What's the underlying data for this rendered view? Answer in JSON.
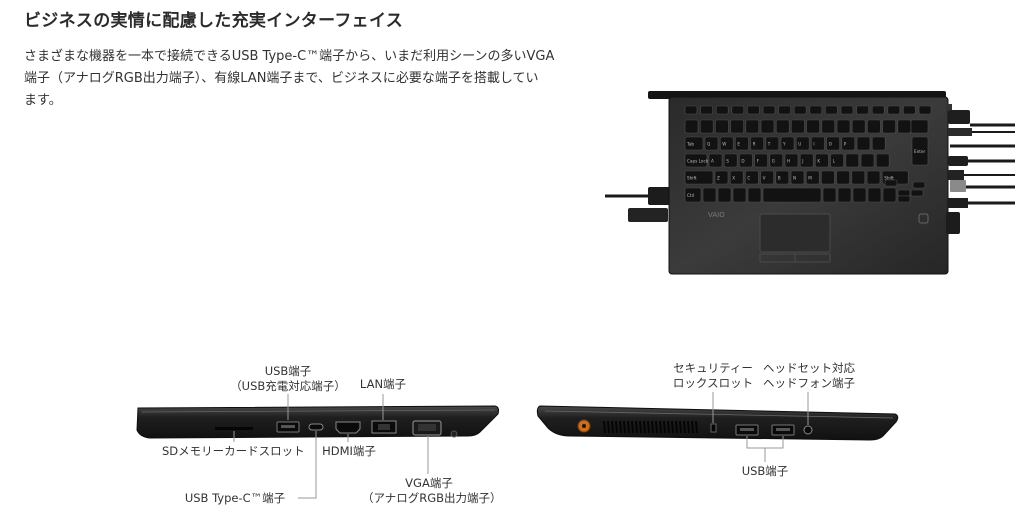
{
  "section": {
    "heading": "ビジネスの実情に配慮した充実インターフェイス",
    "description": [
      "さまざまな機器を一本で接続できるUSB Type-C™端子から、いまだ利用シーンの多いVGA",
      "端子（アナログRGB出力端子）、有線LAN端子まで、ビジネスに必要な端子を搭載してい",
      "ます。"
    ]
  },
  "laptop_top": {
    "brand_logo": "VAIO",
    "keys": {
      "row2": "Q W E R T Y U I O P",
      "row3": "A S D F G H J K L",
      "row4": "Z X C V B N M",
      "tab": "Tab",
      "caps": "Caps Lock",
      "shift": "Shift",
      "ctrl": "Ctrl",
      "enter": "Enter"
    }
  },
  "left_side": {
    "labels": {
      "usb_line1": "USB端子",
      "usb_line2": "（USB充電対応端子）",
      "lan": "LAN端子",
      "sd": "SDメモリーカードスロット",
      "hdmi": "HDMI端子",
      "usbc": "USB Type-C™端子",
      "vga_line1": "VGA端子",
      "vga_line2": "（アナログRGB出力端子）"
    }
  },
  "right_side": {
    "labels": {
      "security_line1": "セキュリティー",
      "security_line2": "ロックスロット",
      "headset_line1": "ヘッドセット対応",
      "headset_line2": "ヘッドフォン端子",
      "usb": "USB端子"
    }
  },
  "colors": {
    "text": "#333333",
    "heading": "#2b2b2b",
    "body_dark": "#1e1e1e",
    "body_mid": "#3a3a3a",
    "leader": "#999999",
    "power_accent": "#c8701f"
  }
}
